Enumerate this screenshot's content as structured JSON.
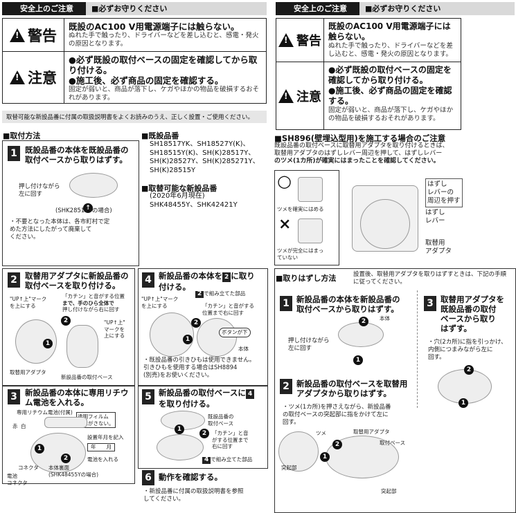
{
  "left": {
    "header": {
      "dark": "安全上のご注意",
      "light": "■必ずお守りください"
    },
    "warning": {
      "label": "警告",
      "main": "既設のAC100 V用電源端子には触らない。",
      "sub": "ぬれた手で触ったり、ドライバーなどを差し込むと、感電・発火の原因となります。"
    },
    "caution": {
      "label": "注意",
      "main1": "●必ず既設の取付ベースの固定を確認してから取り付ける。",
      "main2": "●施工後、必ず商品の固定を確認する。",
      "sub": "固定が弱いと、商品が落下し、ケガやほかの物品を破損するおそれがあります。"
    },
    "note": "取替可能な新設品番に付属の取扱説明書をよくお読みのうえ、正しく設置・ご使用ください。",
    "method_title": "取付方法",
    "existing_title": "既設品番",
    "existing_list": [
      "SH18517YK、SH18527Y(K)、",
      "SH18515Y(K)、SH(K)28517Y、",
      "SH(K)28527Y、SH(K)285271Y、",
      "SH(K)28515Y"
    ],
    "replace_title": "取替可能な新設品番",
    "replace_date": "(2020年6月現在)",
    "replace_list": "SHK48455Y、SHK42421Y",
    "step1": {
      "num": "1",
      "title1": "既設品番の本体を既設品番の",
      "title2": "取付ベースから取りはずす。",
      "label_push1": "押し付けながら",
      "label_push2": "左に回す",
      "case": "(SHK28517Yの場合)",
      "note1": "・不要となった本体は、各市町村で定",
      "note2": "めた方法にしたがって廃棄して",
      "note3": "ください。"
    },
    "step2": {
      "num": "2",
      "title1": "取替用アダプタに新設品番の",
      "title2": "取付ベースを取り付ける。",
      "up1": "\"UP↑上\"マーク",
      "up2": "を上にする",
      "click1": "「カチン」と音がする位置",
      "click2": "まで、手のひら全体で",
      "click3": "押し付けながら右に回す",
      "up3": "\"UP↑上\"",
      "up4": "マークを",
      "up5": "上にする",
      "adapter": "取替用アダプタ",
      "base": "新設品番の取付ベース"
    },
    "step3": {
      "num": "3",
      "title1": "新設品番の本体に専用リチウ",
      "title2": "ム電池を入れる。",
      "battery": "専用リチウム電池(付属)",
      "film1": "透明フィルム",
      "film2": "をはがさない。",
      "red": "赤",
      "white": "白",
      "year": "設置年月を記入",
      "year_box": "年　　月",
      "insert": "電池を入れる",
      "connector": "コネクタ",
      "batt_conn1": "電池",
      "batt_conn2": "コネクタ",
      "back1": "本体裏面",
      "back2": "(SHK48455Yの場合)"
    },
    "step4": {
      "num": "4",
      "title1": "新設品番の本体を",
      "title_ref": "2",
      "title2": "に取り",
      "title3": "付ける。",
      "ref_label": "で組み立てた部品",
      "up1": "\"UP↑上\"マーク",
      "up2": "を上にする",
      "click1": "「カチン」と音がする",
      "click2": "位置まで右に回す",
      "button": "ボタンが下",
      "body": "本体",
      "note1": "・既設品番の引きひもは使用できません。",
      "note2": "引きひもを使用する場合はSH8894",
      "note3": "(別売)をお使いください。"
    },
    "step5": {
      "num": "5",
      "title1": "新設品番の取付ベースに",
      "title_ref": "4",
      "title2": "を取り付ける。",
      "base1": "既設品番の",
      "base2": "取付ベース",
      "click1": "「カチン」と音",
      "click2": "がする位置まで",
      "click3": "右に回す",
      "ref_label": "で組み立てた部品"
    },
    "step6": {
      "num": "6",
      "title": "動作を確認する。",
      "note1": "・新設品番に付属の取扱説明書を参照",
      "note2": "してください。"
    }
  },
  "right": {
    "header": {
      "dark": "安全上のご注意",
      "light": "■必ずお守りください"
    },
    "warning": {
      "label": "警告",
      "main1": "既設のAC100 V用電源端子には",
      "main2": "触らない。",
      "sub1": "ぬれた手で触ったり、ドライバーなどを差",
      "sub2": "し込むと、感電・発火の原因となります。"
    },
    "caution": {
      "label": "注意",
      "m1a": "●必ず既設の取付ベースの固定を",
      "m1b": "確認してから取り付ける。",
      "m2a": "●施工後、必ず商品の固定を確認",
      "m2b": "する。",
      "s1": "固定が弱いと、商品が落下し、ケガやほか",
      "s2": "の物品を破損するおそれがあります。"
    },
    "sh896": {
      "title": "SH896(壁埋込型用)を施工する場合のご注意",
      "t1": "既設品番の取付ベースに取替用アダプタを取り付けるときは、",
      "t2": "取替用アダプタのはずしレバー周辺を押して、はずしレバー",
      "t3": "のツメ(1カ所)が確実にはまったことを確認してください。",
      "ok_mark": "○",
      "ok_label": "ツメを確実にはめる",
      "ng_mark": "×",
      "ng_label1": "ツメが完全にはまっ",
      "ng_label2": "ていない",
      "lever_push1": "はずし",
      "lever_push2": "レバーの",
      "lever_push3": "周辺を押す",
      "lever1": "はずし",
      "lever2": "レバー",
      "adapter1": "取替用",
      "adapter2": "アダプタ"
    },
    "remove": {
      "title": "取りはずし方法",
      "desc1": "設置後、取替用アダプタを取りはずすときは、下記の手順",
      "desc2": "に従ってください。",
      "s1_num": "1",
      "s1_t1": "新設品番の本体を新設品番の",
      "s1_t2": "取付ベースから取りはずす。",
      "s1_body": "本体",
      "s1_push1": "押し付けながら",
      "s1_push2": "左に回す",
      "s2_num": "2",
      "s2_t1": "新設品番の取付ベースを取替用",
      "s2_t2": "アダプタから取りはずす。",
      "s2_n1": "・ツメ(1カ所)を押さえながら、新設品番",
      "s2_n2": "の取付ベースの突起部に指をかけて左に",
      "s2_n3": "回す。",
      "tsume": "ツメ",
      "adapter": "取替用アダプタ",
      "base": "取付ベース",
      "bump": "突起部",
      "bump2": "突起部",
      "s3_num": "3",
      "s3_t1": "取替用アダプタを",
      "s3_t2": "既設品番の取付",
      "s3_t3": "ベースから取り",
      "s3_t4": "はずす。",
      "s3_n1": "・穴(2カ所)に指を引っかけ、",
      "s3_n2": "内側につまみながら左に",
      "s3_n3": "回す。"
    }
  }
}
